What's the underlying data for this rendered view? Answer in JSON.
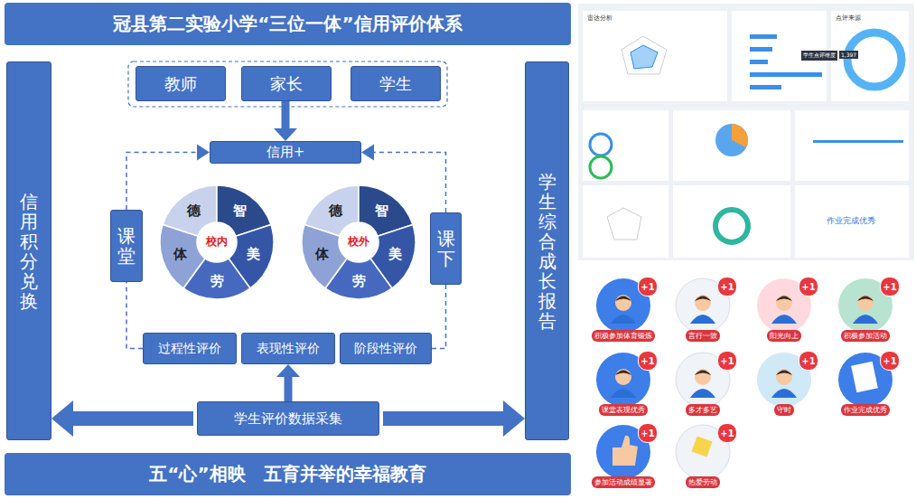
{
  "diagram": {
    "title": "冠县第二实验小学“三位一体”信用评价体系",
    "nodes": [
      {
        "text": [
          "信用积分兑换"
        ]
      },
      {
        "text": [
          "学生综合成长报告"
        ]
      },
      {
        "text": [
          "教师"
        ]
      },
      {
        "text": [
          "家长"
        ]
      },
      {
        "text": [
          "学生"
        ]
      },
      {
        "text": [
          "信用+"
        ]
      },
      {
        "text": [
          "课堂"
        ]
      },
      {
        "text": [
          "课下"
        ]
      },
      {
        "text": [
          "校内"
        ]
      },
      {
        "text": [
          "德"
        ],
        "in": 8
      },
      {
        "text": [
          "智"
        ],
        "in": 8
      },
      {
        "text": [
          "美"
        ],
        "in": 8
      },
      {
        "text": [
          "劳"
        ],
        "in": 8
      },
      {
        "text": [
          "体"
        ],
        "in": 8
      },
      {
        "text": [
          "校外"
        ]
      },
      {
        "text": [
          "德"
        ],
        "in": 14
      },
      {
        "text": [
          "智"
        ],
        "in": 14
      },
      {
        "text": [
          "美"
        ],
        "in": 14
      },
      {
        "text": [
          "劳"
        ],
        "in": 14
      },
      {
        "text": [
          "体"
        ],
        "in": 14
      },
      {
        "text": [
          "过程性评价"
        ]
      },
      {
        "text": [
          "表现性评价"
        ]
      },
      {
        "text": [
          "阶段性评价"
        ]
      },
      {
        "text": [
          "学生评价数据采集"
        ]
      },
      {
        "text": [
          "五“心”相映　五育并举的幸福教育"
        ]
      },
      {
        "text": [
          "+1",
          "积极参加体育锻炼"
        ]
      },
      {
        "text": [
          "+1",
          "言行一致"
        ]
      },
      {
        "text": [
          "+1",
          "阳光向上"
        ]
      },
      {
        "text": [
          "+1",
          "积极参加活动"
        ]
      },
      {
        "text": [
          "+1",
          "课堂表现优秀"
        ]
      },
      {
        "text": [
          "+1",
          "多才多艺"
        ]
      },
      {
        "text": [
          "+1",
          "守时"
        ]
      },
      {
        "text": [
          "+1",
          "作业完成优秀"
        ]
      },
      {
        "text": [
          "+1",
          "参加活动成绩显著"
        ]
      },
      {
        "text": [
          "+1",
          "热爱劳动"
        ]
      }
    ],
    "edges": [
      {
        "from": 3,
        "to": 5,
        "arrow": "to"
      },
      {
        "from": 6,
        "to": 5,
        "arrow": "to"
      },
      {
        "from": 7,
        "to": 5,
        "arrow": "to"
      },
      {
        "from": 20,
        "to": 6,
        "arrow": "none"
      },
      {
        "from": 22,
        "to": 7,
        "arrow": "none"
      },
      {
        "from": 23,
        "to": 21,
        "arrow": "to"
      },
      {
        "from": 23,
        "to": 0,
        "arrow": "to"
      },
      {
        "from": 23,
        "to": 1,
        "arrow": "to"
      }
    ],
    "labels": [
      "雷达分析",
      "点评来源",
      "学生点评维度",
      "1,397",
      "作业完成优秀"
    ]
  }
}
